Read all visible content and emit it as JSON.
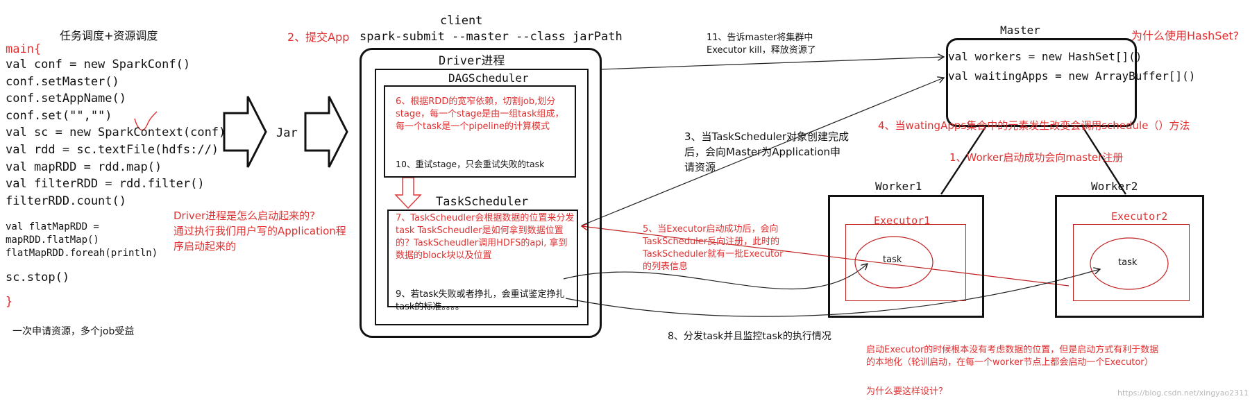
{
  "colors": {
    "ink": "#111111",
    "red": "#e03030",
    "line": "#222222"
  },
  "left": {
    "title": "任务调度+资源调度",
    "main_open": "main{",
    "code": [
      "val conf = new SparkConf()",
      "conf.setMaster()",
      "conf.setAppName()",
      "conf.set(\"\",\"\")",
      "val sc = new SparkContext(conf)",
      "val rdd = sc.textFile(hdfs://)",
      "val mapRDD = rdd.map()",
      "val filterRDD = rdd.filter()",
      "filterRDD.count()"
    ],
    "code2": [
      "val flatMapRDD =",
      "mapRDD.flatMap()",
      "flatMapRDD.foreah(println)"
    ],
    "stop": "sc.stop()",
    "main_close": "}",
    "footer": "一次申请资源，多个job受益"
  },
  "jar_label": "Jar",
  "client": {
    "title": "client",
    "submit_step": "2、提交App",
    "submit_cmd": "spark-submit --master --class jarPath"
  },
  "driver": {
    "title": "Driver进程",
    "dag_title": "DAGScheduler",
    "dag_note": "6、根据RDD的宽窄依赖，切割job,划分stage，每一个stage是由一组task组成，每一个task是一个pipeline的计算模式",
    "dag_retry": "10、重试stage，只会重试失败的task",
    "ts_title": "TaskScheduler",
    "ts_note": "7、TaskScheudler会根据数据的位置来分发task TaskScheudler是如何拿到数据位置的？TaskScheudler调用HDFS的api, 拿到数据的block块以及位置",
    "ts_retry": "9、若task失败或者挣扎，会重试鉴定挣扎task的标准。。。。"
  },
  "driver_question": "Driver进程是怎么启动起来的?",
  "driver_answer": "通过执行我们用户写的Application程序启动起来的",
  "master": {
    "title": "Master",
    "line1": "val workers = new HashSet[]()",
    "line2": "val waitingApps = new ArrayBuffer[]()"
  },
  "hashset_q": "为什么使用HashSet?",
  "step11": "11、告诉master将集群中Executor kill，释放资源了",
  "step3": "3、当TaskScheduler对象创建完成后，会向Master为Application申请资源",
  "step4": "4、当watingApps集合中的元素发生改变会调用schedule（）方法",
  "step1": "1、Worker启动成功会向master注册",
  "step5": "5、当Executor启动成功后，会向TaskScheduler反向注册，此时的TaskScheduler就有一批Executor的列表信息",
  "step8": "8、分发task并且监控task的执行情况",
  "worker1": {
    "title": "Worker1",
    "executor": "Executor1",
    "task": "task"
  },
  "worker2": {
    "title": "Worker2",
    "executor": "Executor2",
    "task": "task"
  },
  "bottom_note": "启动Executor的时候根本没有考虑数据的位置，但是启动方式有利于数据的本地化（轮训启动，在每一个worker节点上都会启动一个Executor）",
  "bottom_q": "为什么要这样设计？",
  "watermark": "https://blog.csdn.net/xingyao2311"
}
